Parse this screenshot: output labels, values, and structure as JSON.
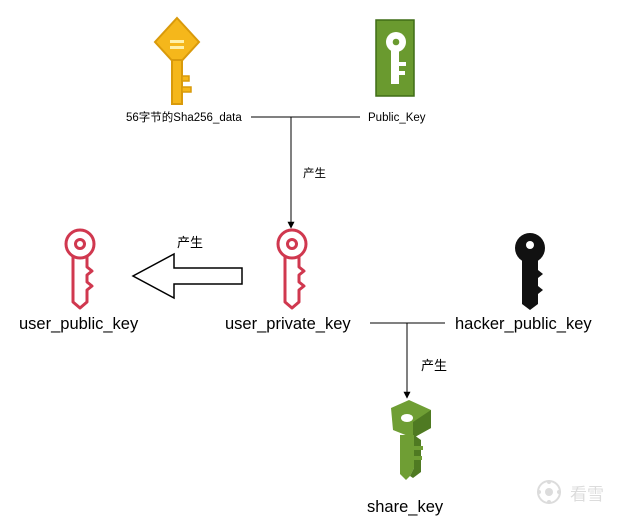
{
  "top": {
    "hash_label": "56字节的Sha256_data",
    "public_key_label": "Public_Key",
    "produce_label_1": "产生"
  },
  "middle": {
    "produce_label_2": "产生",
    "user_public_key_label": "user_public_key",
    "user_private_key_label": "user_private_key",
    "hacker_public_key_label": "hacker_public_key"
  },
  "bottom": {
    "produce_label_3": "产生",
    "share_key_label": "share_key"
  },
  "watermark": {
    "text": "看雪"
  },
  "colors": {
    "gold_key": "#f5b71b",
    "gold_key_dark": "#d99a0b",
    "green_badge": "#6a9a2f",
    "red_key": "#d0384f",
    "black_key": "#111111",
    "green_key": "#6f9e34",
    "green_key_dark": "#4f7a22",
    "line": "#000000"
  }
}
